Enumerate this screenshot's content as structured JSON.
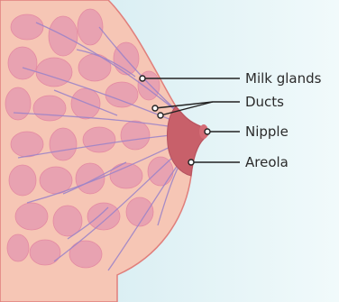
{
  "labels": {
    "milk_glands": "Milk glands",
    "ducts": "Ducts",
    "nipple": "Nipple",
    "areola": "Areola"
  },
  "colors": {
    "background_blue": "#dff1f4",
    "skin": "#f6c6b5",
    "breast_outline": "#e07f7c",
    "glands": "#e59bb0",
    "ducts": "#9d84c8",
    "areola": "#c8606a",
    "leader_line": "#222222"
  }
}
